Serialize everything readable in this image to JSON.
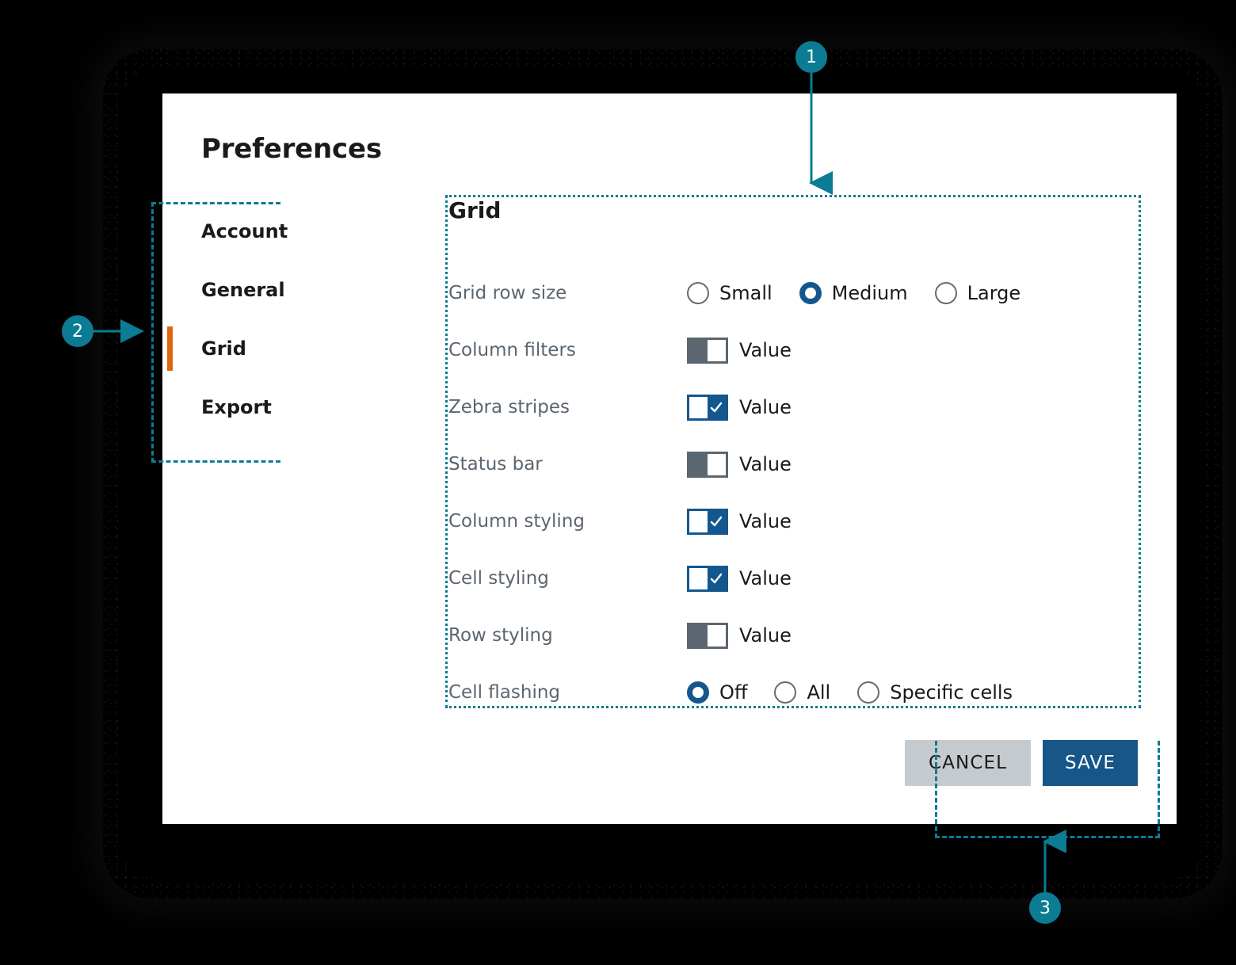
{
  "dialog": {
    "title": "Preferences",
    "sidebar": {
      "items": [
        {
          "label": "Account",
          "active": false
        },
        {
          "label": "General",
          "active": false
        },
        {
          "label": "Grid",
          "active": true
        },
        {
          "label": "Export",
          "active": false
        }
      ]
    },
    "panel": {
      "heading": "Grid",
      "rows": [
        {
          "label": "Grid row size",
          "control": "radio",
          "options": [
            "Small",
            "Medium",
            "Large"
          ],
          "selected": "Medium"
        },
        {
          "label": "Column filters",
          "control": "switch",
          "value_label": "Value",
          "on": false
        },
        {
          "label": "Zebra stripes",
          "control": "switch",
          "value_label": "Value",
          "on": true
        },
        {
          "label": "Status bar",
          "control": "switch",
          "value_label": "Value",
          "on": false
        },
        {
          "label": "Column styling",
          "control": "switch",
          "value_label": "Value",
          "on": true
        },
        {
          "label": "Cell styling",
          "control": "switch",
          "value_label": "Value",
          "on": true
        },
        {
          "label": "Row styling",
          "control": "switch",
          "value_label": "Value",
          "on": false
        },
        {
          "label": "Cell flashing",
          "control": "radio",
          "options": [
            "Off",
            "All",
            "Specific cells"
          ],
          "selected": "Off"
        }
      ]
    },
    "footer": {
      "cancel_label": "CANCEL",
      "save_label": "SAVE"
    }
  },
  "annotations": {
    "markers": [
      {
        "id": "1",
        "label": "1"
      },
      {
        "id": "2",
        "label": "2"
      },
      {
        "id": "3",
        "label": "3"
      }
    ]
  },
  "colors": {
    "accent_blue": "#175688",
    "active_orange": "#e2660f",
    "annotation_teal": "#0b7c93",
    "label_gray": "#5b6670",
    "cancel_gray": "#c5cace",
    "background": "#000000",
    "surface": "#ffffff"
  }
}
